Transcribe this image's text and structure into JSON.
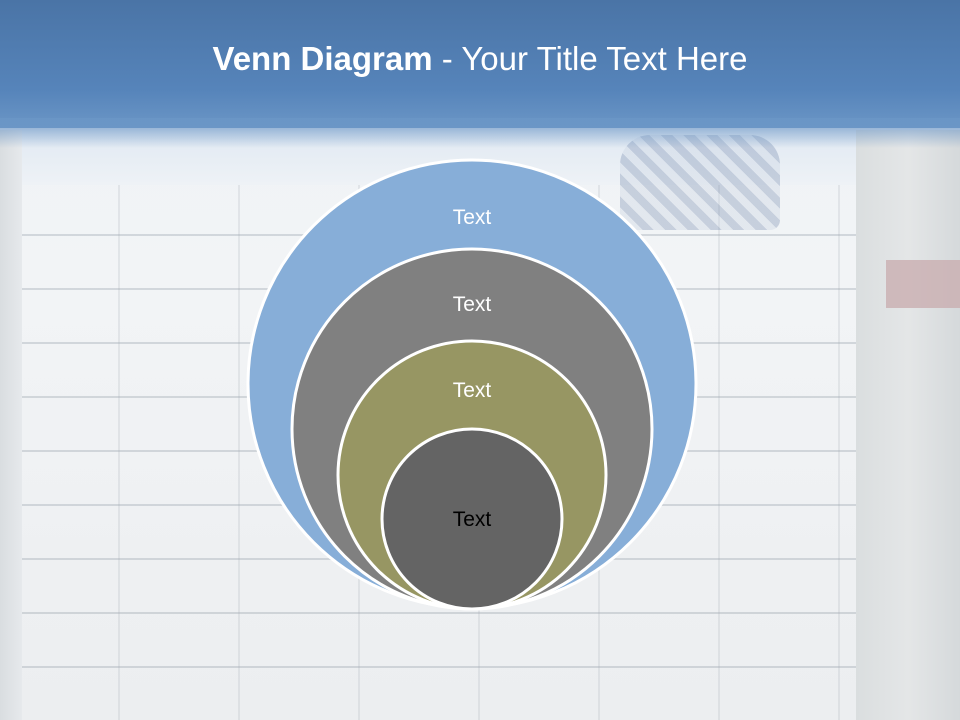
{
  "header": {
    "title_bold": "Venn Diagram",
    "title_rest": " - Your Title Text Here"
  },
  "diagram": {
    "circles": [
      {
        "label": "Text",
        "color": "#87aed8",
        "text_color": "#ffffff"
      },
      {
        "label": "Text",
        "color": "#808080",
        "text_color": "#ffffff"
      },
      {
        "label": "Text",
        "color": "#979663",
        "text_color": "#ffffff"
      },
      {
        "label": "Text",
        "color": "#646464",
        "text_color": "#000000"
      }
    ]
  }
}
